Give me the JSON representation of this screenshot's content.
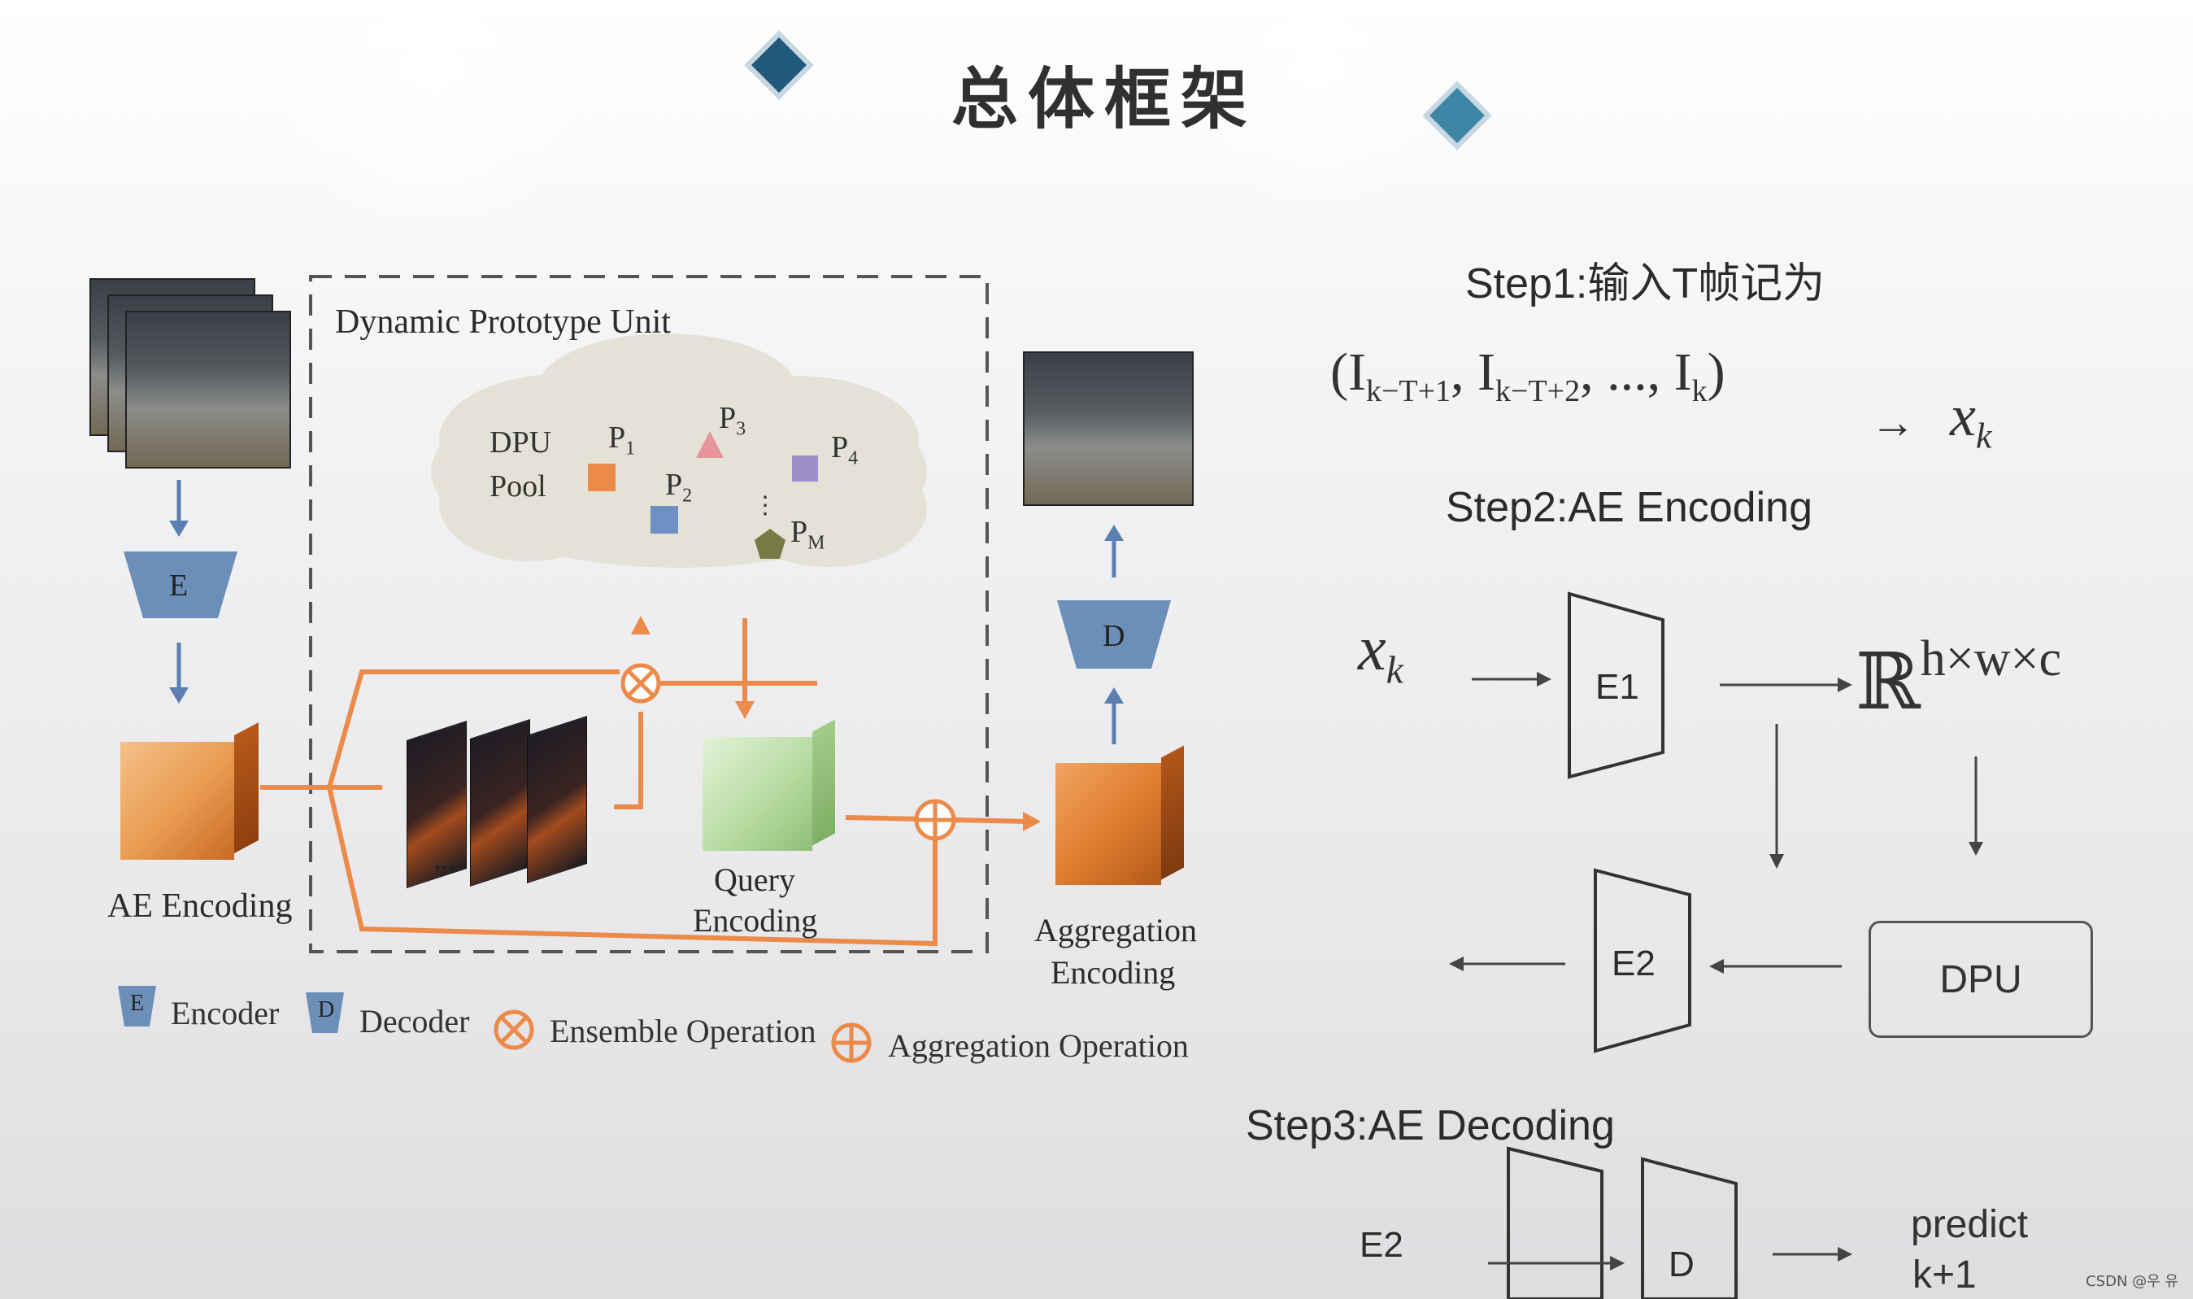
{
  "slide": {
    "title": "总体框架",
    "watermark": "CSDN @우 유"
  },
  "diagram": {
    "dpu_title": "Dynamic Prototype Unit",
    "dpu_pool_line1": "DPU",
    "dpu_pool_line2": "Pool",
    "prototypes": [
      "P",
      "P",
      "P",
      "P",
      "P"
    ],
    "prototype_subscripts": [
      "1",
      "2",
      "3",
      "4",
      "M"
    ],
    "dots": "⋮",
    "frames_ellipsis": "...",
    "encoder_letter": "E",
    "decoder_letter": "D",
    "ae_encoding_label": "AE Encoding",
    "query_label_line1": "Query",
    "query_label_line2": "Encoding",
    "aggregation_label_line1": "Aggregation",
    "aggregation_label_line2": "Encoding"
  },
  "legend": {
    "encoder_letter": "E",
    "encoder": "Encoder",
    "decoder_letter": "D",
    "decoder": "Decoder",
    "ensemble": "Ensemble Operation",
    "aggregation": "Aggregation Operation"
  },
  "steps": {
    "step1": "Step1:输入T帧记为",
    "step1_math": "(I",
    "step1_sub1": "k−T+1",
    "step1_mid": ", I",
    "step1_sub2": "k−T+2",
    "step1_rest": ", ..., I",
    "step1_sub3": "k",
    "step1_close": ")",
    "step1_arrow": "→",
    "xk": "x",
    "xk_sub": "k",
    "step2": "Step2:AE Encoding",
    "e1": "E1",
    "real": "ℝ",
    "real_sup": "h×w×c",
    "e2": "E2",
    "dpu": "DPU",
    "step3": "Step3:AE Decoding",
    "e2_dec": "E2",
    "d": "D",
    "predict_line1": "predict",
    "predict_line2": "k+1"
  },
  "colors": {
    "encoder_fill": "#6b8fb8",
    "orange": "#ec8a4a",
    "arrow_blue": "#5a7fb0",
    "dashed": "#555555"
  }
}
